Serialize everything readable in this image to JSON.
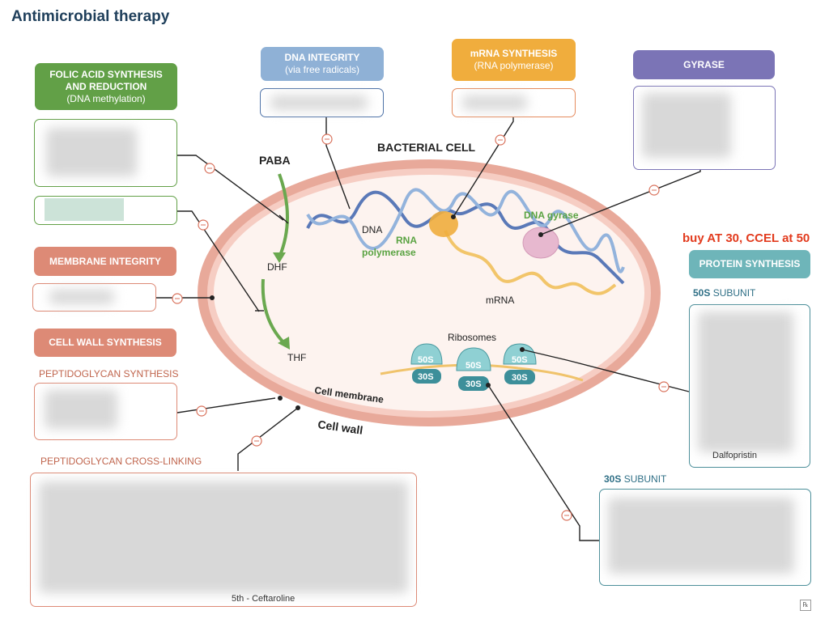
{
  "title": "Antimicrobial therapy",
  "promo_text": "buy AT 30, CCEL at 50",
  "headers": {
    "folic": {
      "line1": "FOLIC ACID SYNTHESIS",
      "line2": "AND REDUCTION",
      "line3": "(DNA methylation)"
    },
    "dna_integrity": {
      "line1": "DNA INTEGRITY",
      "line2": "(via free radicals)"
    },
    "mrna": {
      "line1": "mRNA SYNTHESIS",
      "line2": "(RNA polymerase)"
    },
    "gyrase": "GYRASE",
    "membrane": "MEMBRANE INTEGRITY",
    "cell_wall": "CELL WALL SYNTHESIS",
    "protein": "PROTEIN SYNTHESIS"
  },
  "sublabels": {
    "peptidoglycan_synthesis": "PEPTIDOGLYCAN SYNTHESIS",
    "peptidoglycan_crosslinking": "PEPTIDOGLYCAN CROSS-LINKING",
    "subunit_50s_bold": "50S",
    "subunit_50s_rest": " SUBUNIT",
    "subunit_30s_bold": "30S",
    "subunit_30s_rest": " SUBUNIT"
  },
  "cell_labels": {
    "bacterial_cell": "BACTERIAL CELL",
    "paba": "PABA",
    "dhf": "DHF",
    "thf": "THF",
    "dna": "DNA",
    "rna_polymerase_1": "RNA",
    "rna_polymerase_2": "polymerase",
    "dna_gyrase": "DNA gyrase",
    "mrna": "mRNA",
    "ribosomes": "Ribosomes",
    "cell_membrane": "Cell membrane",
    "cell_wall": "Cell wall",
    "r50s": "50S",
    "r30s": "30S"
  },
  "partial_text": {
    "subunit_50s_bottom": "Dalfopristin",
    "crosslinking_bottom": "5th - Ceftaroline"
  },
  "colors": {
    "green": "#62a047",
    "blue": "#8fb1d6",
    "orange": "#f0ad3d",
    "purple": "#7b74b6",
    "salmon": "#dd8a76",
    "teal": "#6eb5b9"
  }
}
